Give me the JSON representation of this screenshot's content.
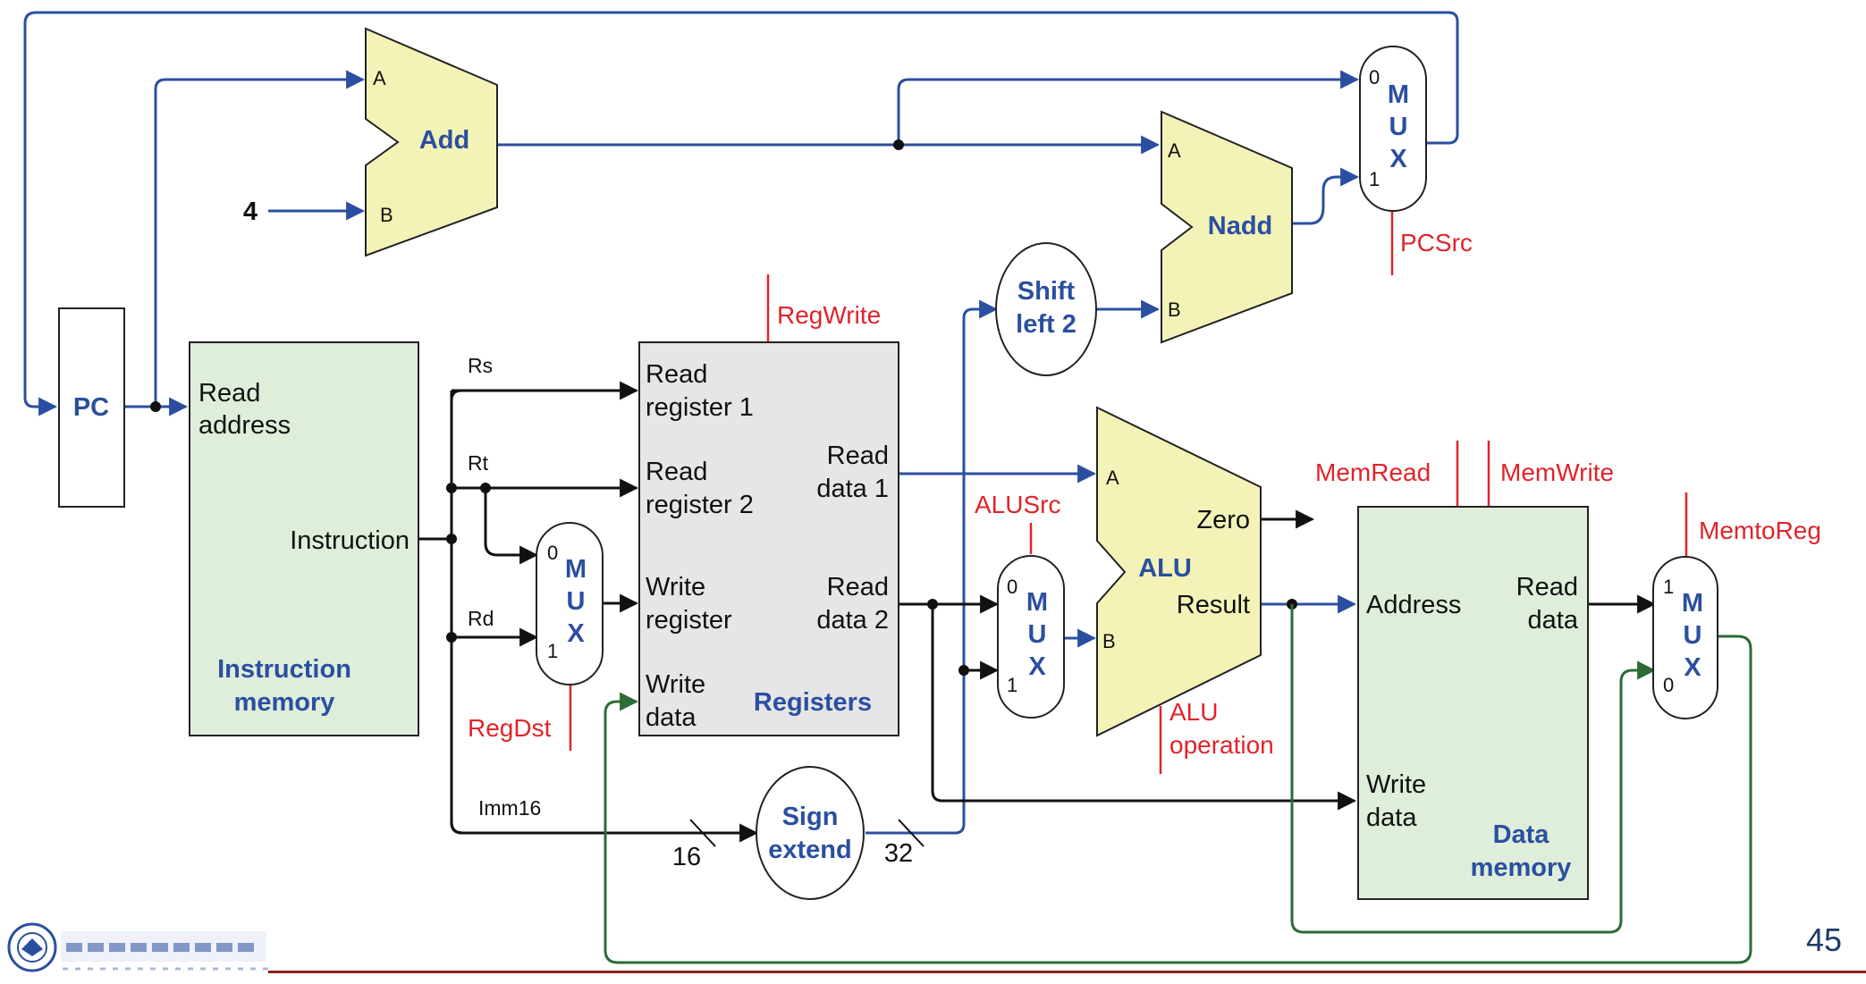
{
  "add_unit": {
    "label": "Add",
    "port_a": "A",
    "port_b": "B",
    "const_in": "4"
  },
  "nadd_unit": {
    "label": "Nadd",
    "port_a": "A",
    "port_b": "B"
  },
  "pc": {
    "label": "PC"
  },
  "imem": {
    "read_address_1": "Read",
    "read_address_2": "address",
    "instruction": "Instruction",
    "title_1": "Instruction",
    "title_2": "memory"
  },
  "fields": {
    "rs": "Rs",
    "rt": "Rt",
    "rd": "Rd",
    "imm": "Imm16"
  },
  "registers": {
    "rr1_1": "Read",
    "rr1_2": "register 1",
    "rr2_1": "Read",
    "rr2_2": "register 2",
    "wr_1": "Write",
    "wr_2": "register",
    "wd_1": "Write",
    "wd_2": "data",
    "rd1_1": "Read",
    "rd1_2": "data 1",
    "rd2_1": "Read",
    "rd2_2": "data 2",
    "title": "Registers"
  },
  "shift": {
    "line1": "Shift",
    "line2": "left 2"
  },
  "sign_extend": {
    "line1": "Sign",
    "line2": "extend",
    "in_width": "16",
    "out_width": "32"
  },
  "alu": {
    "label": "ALU",
    "port_a": "A",
    "port_b": "B",
    "zero": "Zero",
    "result": "Result"
  },
  "dmem": {
    "address": "Address",
    "read_1": "Read",
    "read_2": "data",
    "write_1": "Write",
    "write_2": "data",
    "title_1": "Data",
    "title_2": "memory"
  },
  "mux": {
    "m": "M",
    "u": "U",
    "x": "X",
    "zero": "0",
    "one": "1"
  },
  "control": {
    "regwrite": "RegWrite",
    "regdst": "RegDst",
    "alusrc": "ALUSrc",
    "aluop_1": "ALU",
    "aluop_2": "operation",
    "memread": "MemRead",
    "memwrite": "MemWrite",
    "memtoreg": "MemtoReg",
    "pcsrc": "PCSrc"
  },
  "footer": {
    "page_number": "45"
  },
  "colors": {
    "unit_fill": "#f3f3b8",
    "mem_fill": "#deeedb",
    "reg_fill": "#e6e6e6",
    "blue": "#2b4fa0",
    "red": "#e0242b",
    "green": "#2e6b35"
  }
}
